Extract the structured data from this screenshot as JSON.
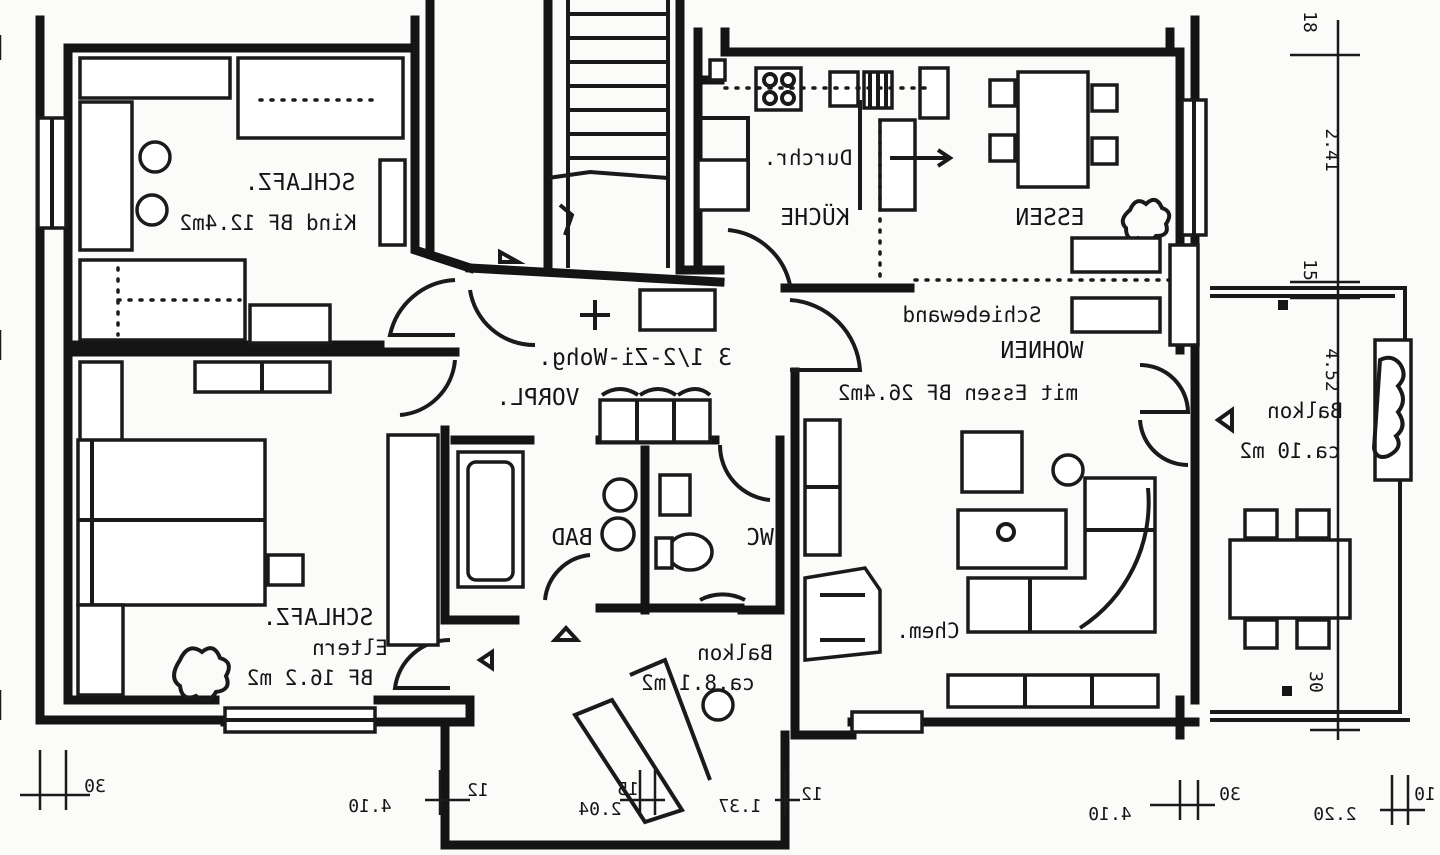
{
  "rooms": {
    "schlafz_kind": {
      "name": "SCHLAFZ.",
      "sub": "Kind BF 12.4m2"
    },
    "schlafz_eltern": {
      "name": "SCHLAFZ.",
      "sub1": "Eltern",
      "sub2": "BF 16.2 m2"
    },
    "kueche": {
      "name": "KÜCHE",
      "note": "Durchr."
    },
    "essen": {
      "name": "ESSEN"
    },
    "schiebewand": "Schiebewand",
    "wohnen": {
      "name": "WOHNEN",
      "sub": "mit Essen BF 26.4m2"
    },
    "vorpl": {
      "title": "3 1/2-Zi-Wohg.",
      "name": "VORPL."
    },
    "bad": {
      "name": "BAD"
    },
    "wc": {
      "name": "WC"
    },
    "balkon_south": {
      "name": "Balkon",
      "sub": "ca.8.1 m2"
    },
    "balkon_east": {
      "name": "Balkon",
      "sub": "ca.10 m2"
    },
    "chem": "Chem."
  },
  "dimensions": {
    "bottom": [
      "30",
      "4.10",
      "12",
      "15",
      "2.04",
      "1.37",
      "12",
      "30",
      "4.10",
      "2.20",
      "10"
    ],
    "right": [
      "18",
      "2.41",
      "15",
      "4.52",
      "30"
    ]
  }
}
